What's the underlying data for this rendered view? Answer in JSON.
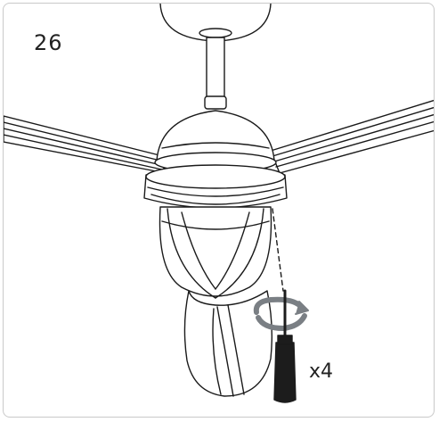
{
  "step": {
    "number": "26"
  },
  "callout": {
    "quantity": "x4"
  },
  "colors": {
    "line": "#1a1a1a",
    "arrow": "#7a7f84",
    "tool": "#1c1c1c",
    "border": "#c9c9c9"
  },
  "icons": [
    "ceiling-fan-illustration",
    "screwdriver-icon",
    "rotation-arrow-icon"
  ]
}
